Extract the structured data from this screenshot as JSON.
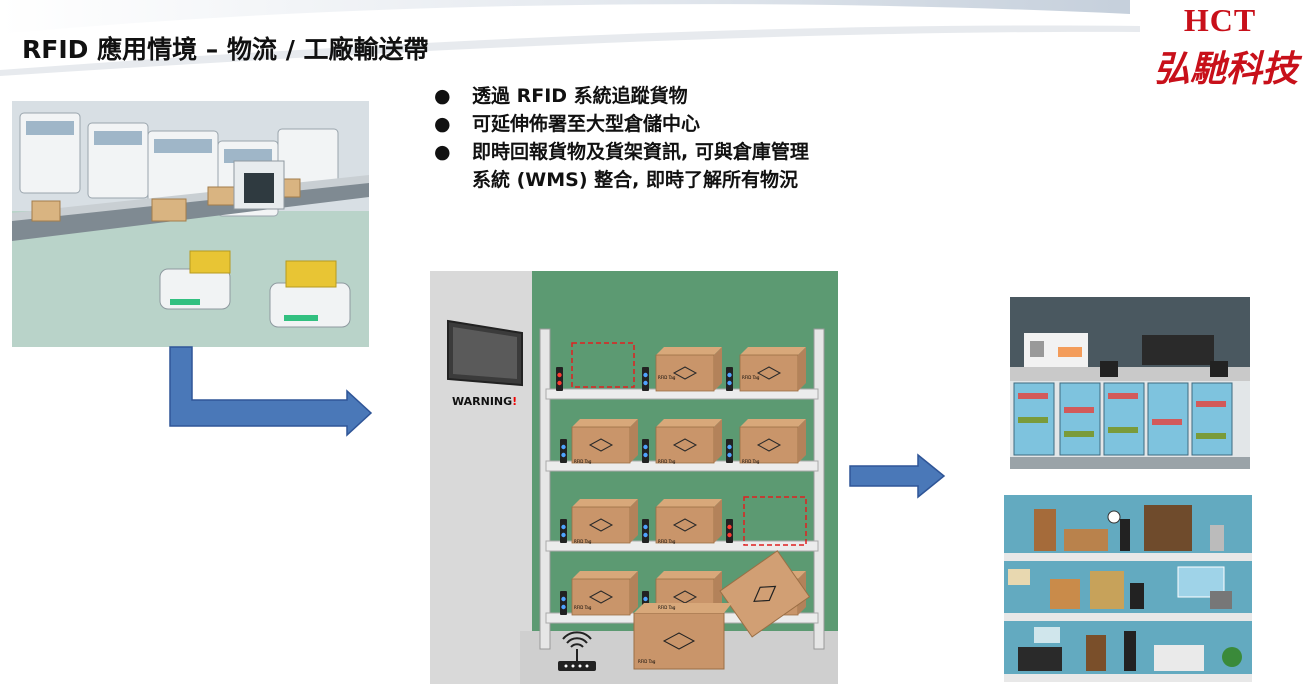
{
  "slide": {
    "title": "RFID 應用情境 – 物流 / 工廠輸送帶",
    "logo": {
      "text_en": "HCT",
      "text_cn": "弘馳科技",
      "color": "#c8101a"
    },
    "bullets": [
      {
        "marker": "●",
        "text": "透過 RFID 系統追蹤貨物"
      },
      {
        "marker": "●",
        "text": "可延伸佈署至大型倉儲中心"
      },
      {
        "marker": "●",
        "text": "即時回報貨物及貨架資訊, 可與倉庫管理"
      },
      {
        "marker": "",
        "text": "系統 (WMS) 整合, 即時了解所有物況"
      }
    ],
    "warehouse": {
      "warning_label": "WARNING",
      "warning_mark": "!",
      "tag_label": "RFID Tag"
    },
    "colors": {
      "arrow": "#4a78b8",
      "arrow_stroke": "#2f5597",
      "wall": "#5c9a72",
      "side_wall": "#d9d9d9"
    },
    "icons": [
      "factory-conveyor-image",
      "flow-arrow-icon",
      "monitor-icon",
      "rfid-reader-icon",
      "convenience-store-image",
      "office-building-image"
    ]
  }
}
